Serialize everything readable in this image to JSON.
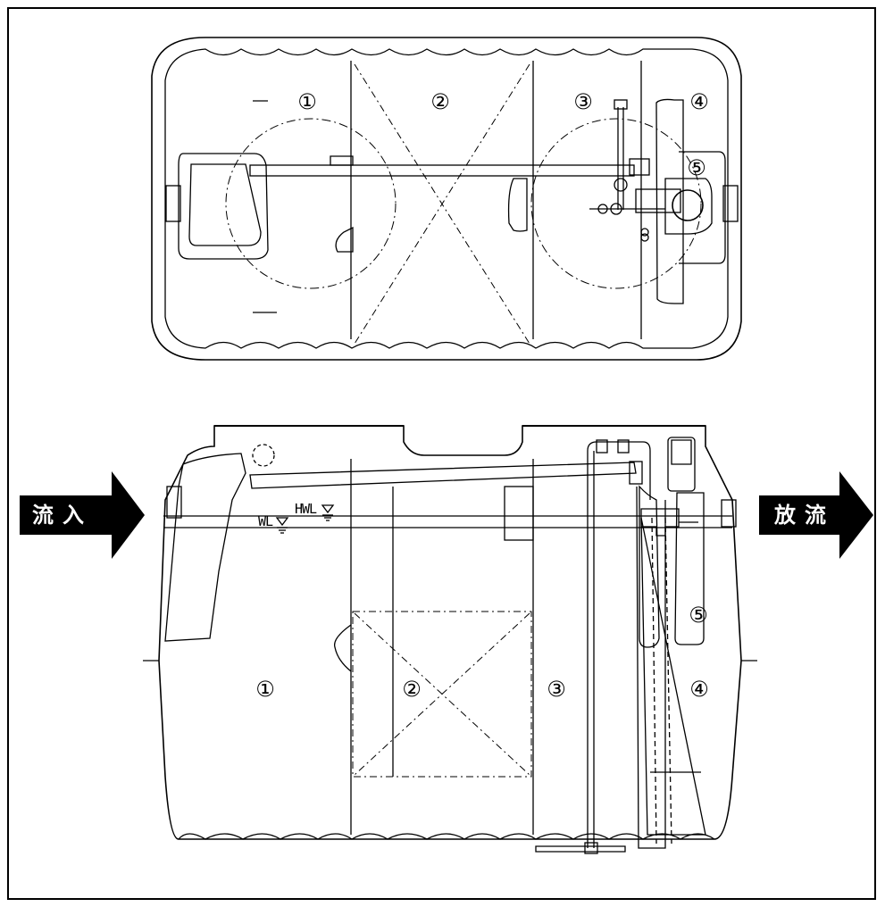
{
  "top_view": {
    "chamber_labels": [
      "①",
      "②",
      "③",
      "④",
      "⑤"
    ]
  },
  "side_view": {
    "chamber_labels": [
      "①",
      "②",
      "③",
      "④",
      "⑤"
    ],
    "water_levels": {
      "wl": "WL",
      "hwl": "HWL"
    }
  },
  "arrows": {
    "inflow": "流入",
    "outflow": "放流"
  }
}
